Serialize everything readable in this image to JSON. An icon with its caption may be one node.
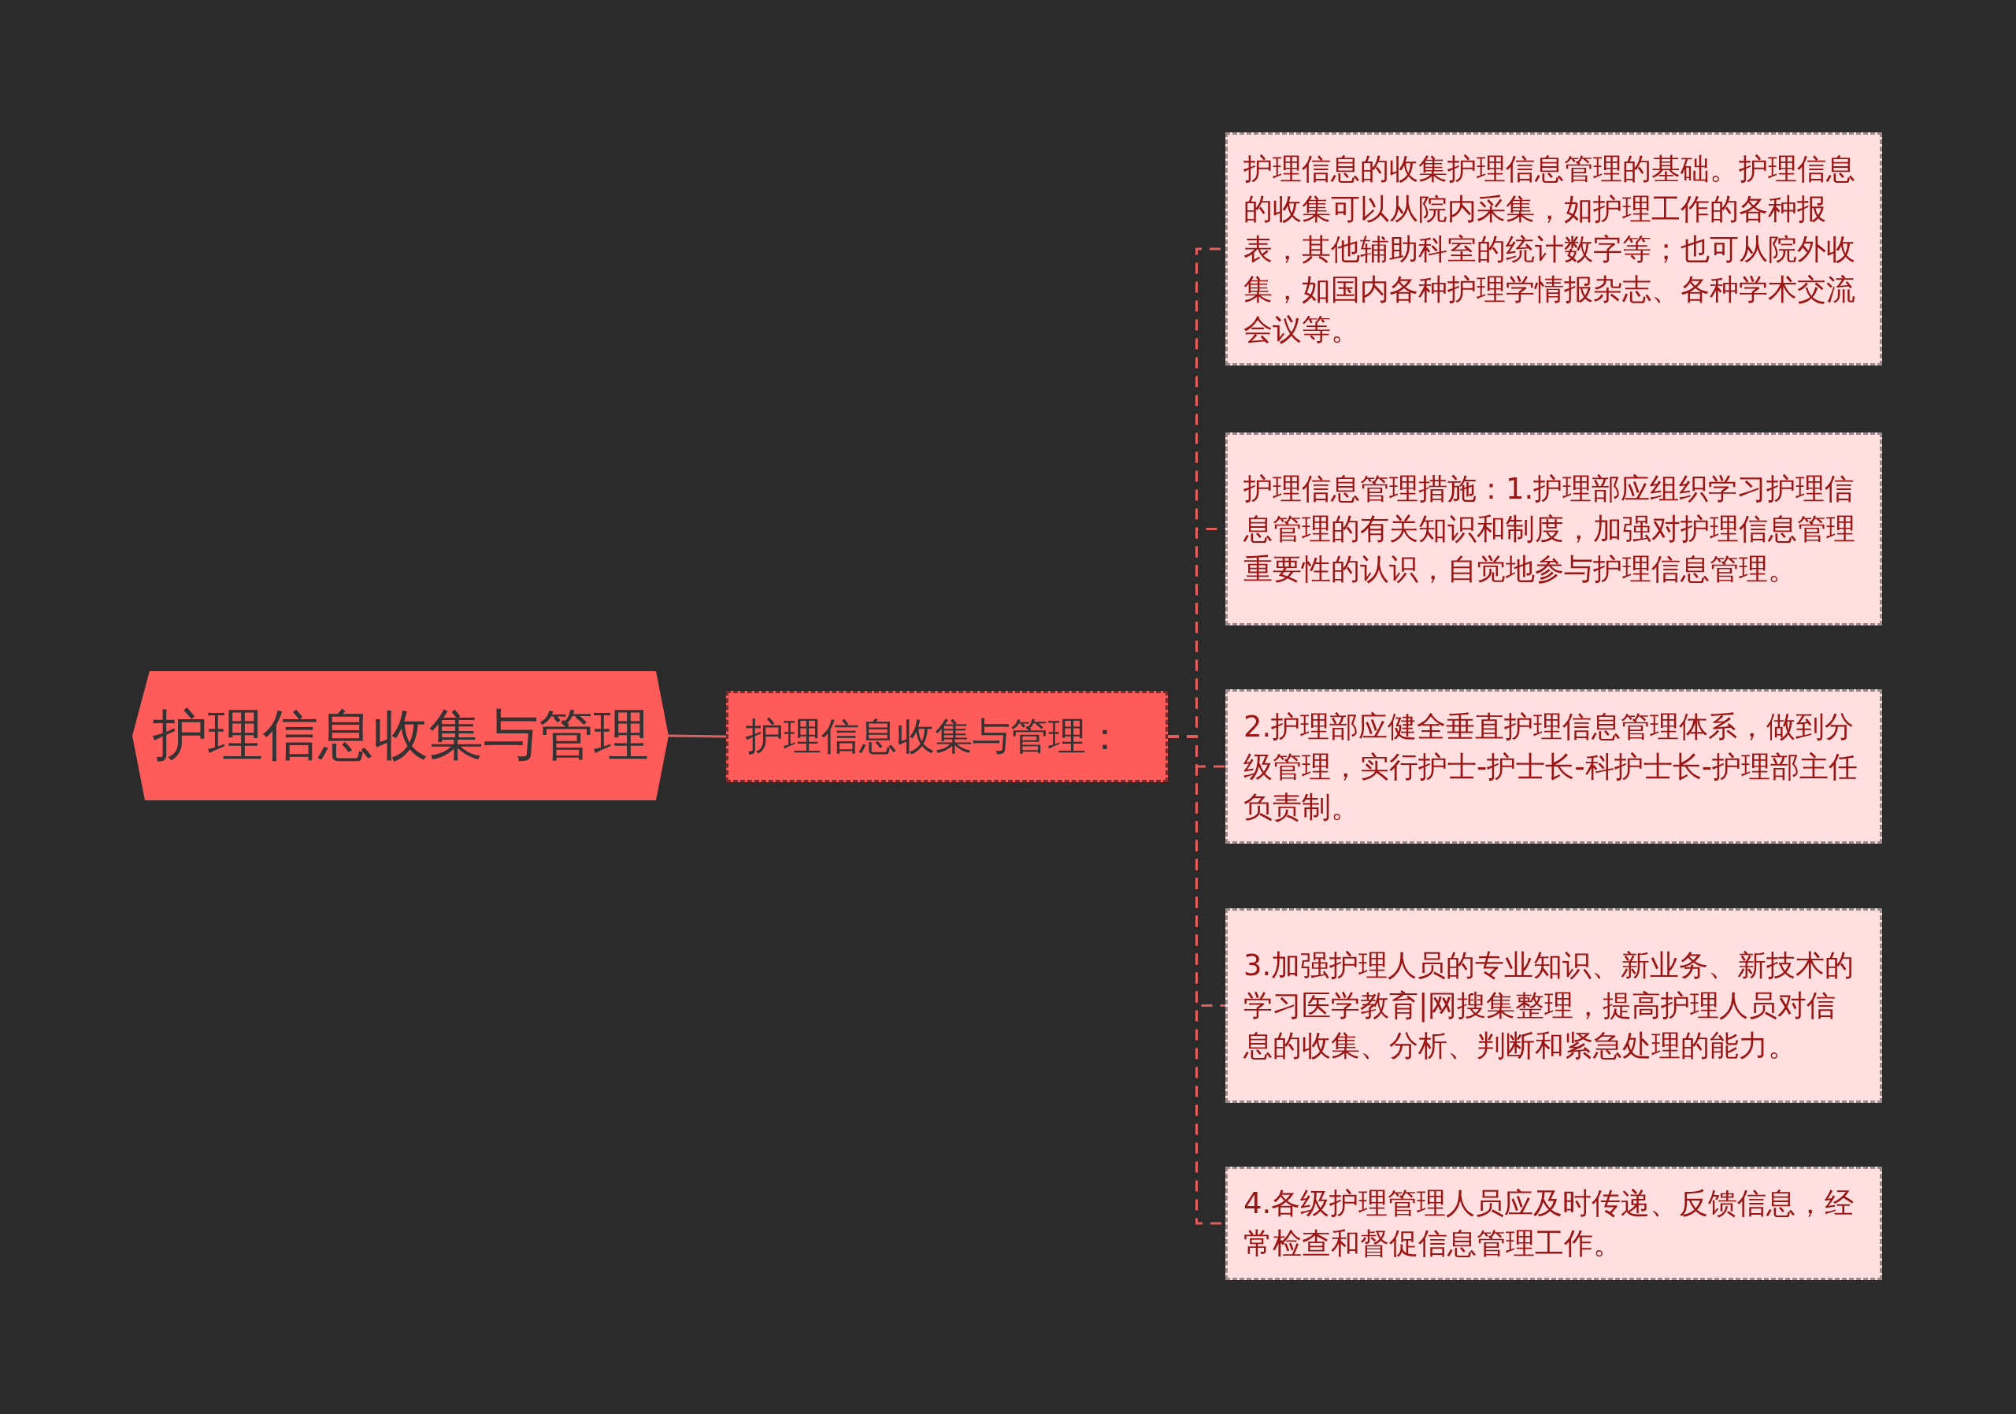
{
  "diagram": {
    "nodes": [
      {
        "text": [
          "护理信息收集与管理"
        ]
      },
      {
        "text": [
          "护理信息收集与管理："
        ]
      },
      {
        "text": [
          "护理信息的收集护理信息管理的基础。护理信息的收集可以从院内采集，如护理工作的各种报表，其他辅助科室的统计数字等；也可从院外收集，如国内各种护理学情报杂志、各种学术交流会议等。"
        ]
      },
      {
        "text": [
          "护理信息管理措施：1.护理部应组织学习护理信息管理的有关知识和制度，加强对护理信息管理重要性的认识，自觉地参与护理信息管理。"
        ]
      },
      {
        "text": [
          "2.护理部应健全垂直护理信息管理体系，做到分级管理，实行护士-护士长-科护士长-护理部主任负责制。"
        ]
      },
      {
        "text": [
          "3.加强护理人员的专业知识、新业务、新技术的学习医学教育|网搜集整理，提高护理人员对信息的收集、分析、判断和紧急处理的能力。"
        ]
      },
      {
        "text": [
          "4.各级护理管理人员应及时传递、反馈信息，经常检查和督促信息管理工作。"
        ]
      }
    ],
    "edges": [
      {
        "from": 0,
        "to": 1,
        "arrow": "none"
      },
      {
        "from": 1,
        "to": 2,
        "arrow": "none",
        "style": "dashed"
      },
      {
        "from": 1,
        "to": 3,
        "arrow": "none",
        "style": "dashed"
      },
      {
        "from": 1,
        "to": 4,
        "arrow": "none",
        "style": "dashed"
      },
      {
        "from": 1,
        "to": 5,
        "arrow": "none",
        "style": "dashed"
      },
      {
        "from": 1,
        "to": 6,
        "arrow": "none",
        "style": "dashed"
      }
    ]
  }
}
